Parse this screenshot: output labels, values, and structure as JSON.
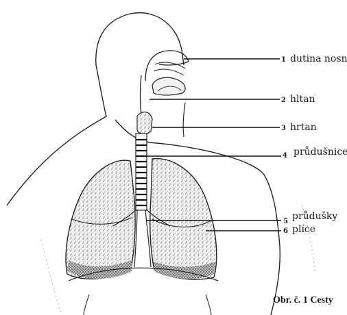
{
  "caption": "Obr. č. 1 Cesty",
  "labels": [
    {
      "num": "1",
      "text": "dutina nosní"
    },
    {
      "num": "2",
      "text": "hltan"
    },
    {
      "num": "3",
      "text": "hrtan"
    },
    {
      "num": "4",
      "text": "průdušnice"
    },
    {
      "num": "5",
      "text": "průdušky"
    },
    {
      "num": "6",
      "text": "plíce"
    }
  ]
}
